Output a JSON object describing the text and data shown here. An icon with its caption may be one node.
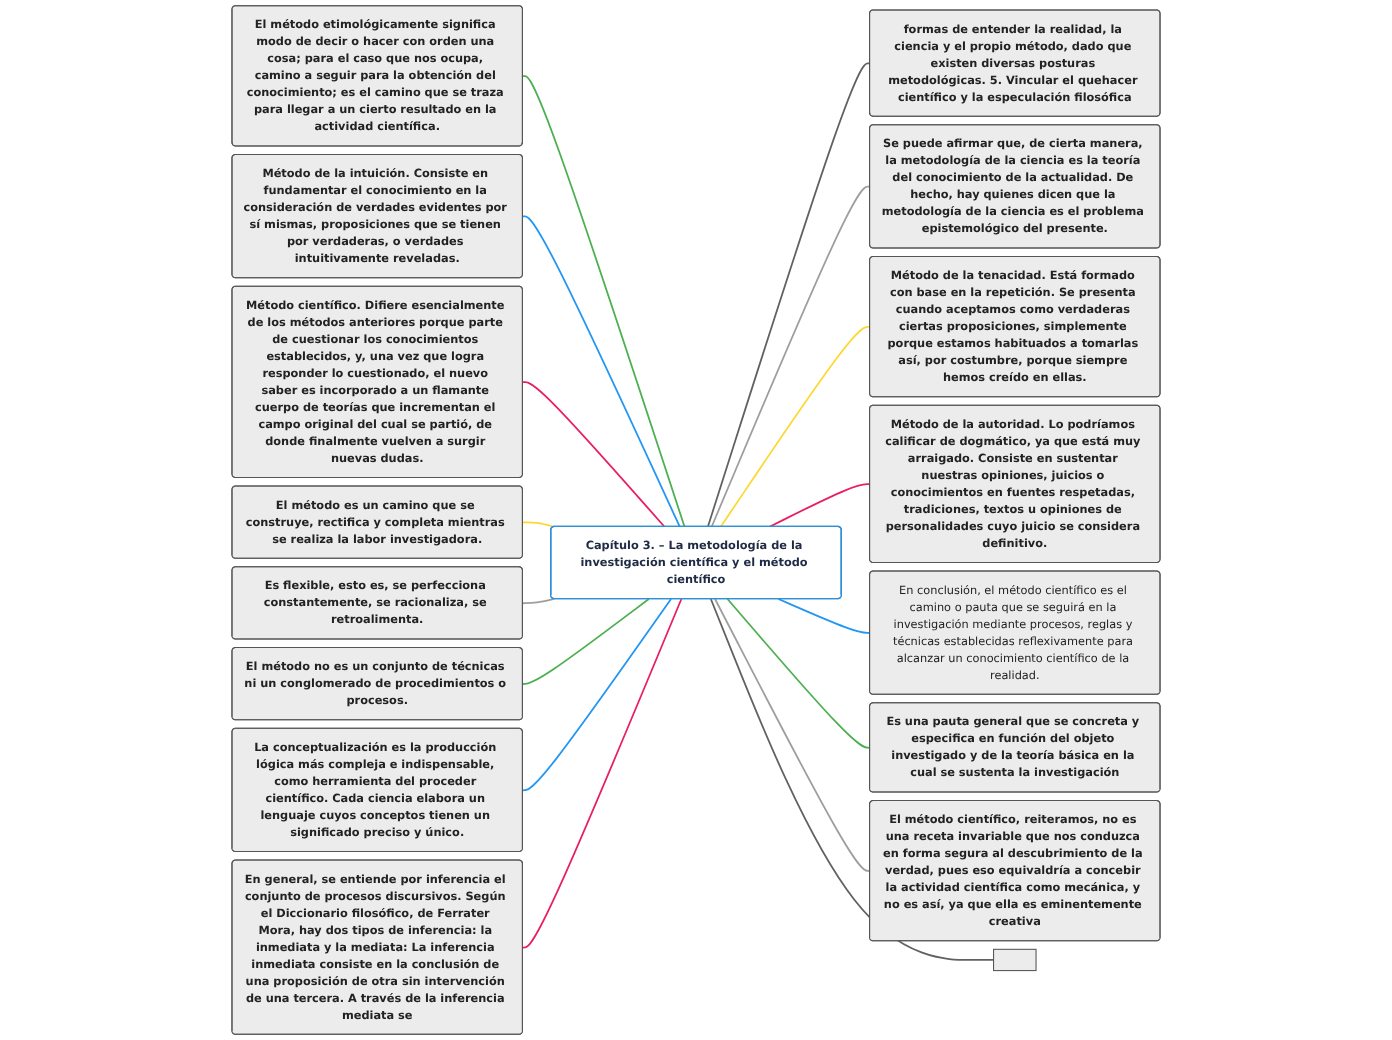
{
  "diagram": {
    "nodes": [
      {
        "text": [
          "Capítulo 3. – La metodología de la investigación científica y el método científico"
        ]
      },
      {
        "text": [
          "El método etimológicamente significa modo de decir o hacer con orden una cosa; para el caso que nos ocupa, camino a seguir para la obtención del conocimiento; es el camino que se traza para llegar a un cierto resultado en la actividad científica."
        ]
      },
      {
        "text": [
          "Método de la intuición. Consiste en fundamentar el conocimiento en la consideración de verdades evidentes por sí mismas, proposiciones que se tienen por verdaderas, o verdades intuitivamente reveladas."
        ]
      },
      {
        "text": [
          "Método científico. Difiere esencialmente de los métodos anteriores porque parte de cuestionar los conocimientos establecidos, y, una vez que logra responder lo cuestionado, el nuevo saber es incorporado a un flamante cuerpo de teorías que incrementan el campo original del cual se partió, de donde finalmente vuelven a surgir nuevas dudas."
        ]
      },
      {
        "text": [
          "El método es un camino que se construye, rectifica y completa mientras se realiza la labor investigadora."
        ]
      },
      {
        "text": [
          "Es flexible, esto es, se perfecciona constantemente, se racionaliza, se retroalimenta."
        ]
      },
      {
        "text": [
          "El método no es un conjunto de técnicas ni un conglomerado de procedimientos o procesos."
        ]
      },
      {
        "text": [
          "La conceptualización es la producción lógica más compleja e indispensable, como herramienta del proceder científico. Cada ciencia elabora un lenguaje cuyos conceptos tienen un significado preciso y único."
        ]
      },
      {
        "text": [
          "En general, se entiende por inferencia el conjunto de procesos discursivos. Según el Diccionario filosófico, de Ferrater Mora, hay dos tipos de inferencia: la inmediata y la mediata: La inferencia inmediata consiste en la conclusión de una proposición de otra sin intervención de una tercera. A través de la inferencia mediata se"
        ]
      },
      {
        "text": [
          "formas de entender la realidad, la ciencia y el propio método, dado que existen diversas posturas metodológicas. 5. Vincular el quehacer científico y la especulación filosófica"
        ]
      },
      {
        "text": [
          "Se puede afirmar que, de cierta manera, la metodología de la ciencia es la teoría del conocimiento de la actualidad. De hecho, hay quienes dicen que la metodología de la ciencia es el problema epistemológico del presente."
        ]
      },
      {
        "text": [
          "Método de la tenacidad. Está formado con base en la repetición. Se presenta cuando aceptamos como verdaderas ciertas proposiciones, simplemente porque estamos habituados a tomarlas así, por costumbre, porque siempre hemos creído en ellas."
        ]
      },
      {
        "text": [
          "Método de la autoridad. Lo podríamos calificar de dogmático, ya que está muy arraigado. Consiste en sustentar nuestras opiniones, juicios o conocimientos en fuentes respetadas, tradiciones, textos u opiniones de personalidades cuyo juicio se considera definitivo."
        ]
      },
      {
        "text": [
          "En conclusión, el método científico es el camino o pauta que se seguirá en la investigación mediante procesos, reglas y técnicas establecidas reflexivamente para alcanzar un conocimiento científico de la realidad."
        ]
      },
      {
        "text": [
          "Es una pauta general que se concreta y especifica en función del objeto investigado y de la teoría básica en la cual se sustenta la investigación"
        ]
      },
      {
        "text": [
          "El método científico, reiteramos, no es una receta invariable que nos conduzca en forma segura al descubrimiento de la verdad, pues eso equivaldría a concebir la actividad científica como mecánica, y no es así, ya que ella es eminentemente creativa"
        ]
      },
      {
        "text": [],
        "shape": "box"
      }
    ],
    "edges": [
      {
        "from": 1,
        "to": 0,
        "arrow": "none",
        "color": "#4caf50"
      },
      {
        "from": 2,
        "to": 0,
        "arrow": "none",
        "color": "#2196f3"
      },
      {
        "from": 3,
        "to": 0,
        "arrow": "none",
        "color": "#e91e63"
      },
      {
        "from": 4,
        "to": 0,
        "arrow": "none",
        "color": "#fdd835"
      },
      {
        "from": 5,
        "to": 0,
        "arrow": "none",
        "color": "#9e9e9e"
      },
      {
        "from": 6,
        "to": 0,
        "arrow": "none",
        "color": "#4caf50"
      },
      {
        "from": 7,
        "to": 0,
        "arrow": "none",
        "color": "#2196f3"
      },
      {
        "from": 8,
        "to": 0,
        "arrow": "none",
        "color": "#e91e63"
      },
      {
        "from": 0,
        "to": 9,
        "arrow": "none",
        "color": "#616161"
      },
      {
        "from": 0,
        "to": 10,
        "arrow": "none",
        "color": "#9e9e9e"
      },
      {
        "from": 0,
        "to": 11,
        "arrow": "none",
        "color": "#fdd835"
      },
      {
        "from": 0,
        "to": 12,
        "arrow": "none",
        "color": "#e91e63"
      },
      {
        "from": 0,
        "to": 13,
        "arrow": "none",
        "color": "#2196f3"
      },
      {
        "from": 0,
        "to": 14,
        "arrow": "none",
        "color": "#4caf50"
      },
      {
        "from": 0,
        "to": 15,
        "arrow": "none",
        "color": "#9e9e9e"
      },
      {
        "from": 0,
        "to": 16,
        "arrow": "none",
        "color": "#616161"
      }
    ]
  }
}
